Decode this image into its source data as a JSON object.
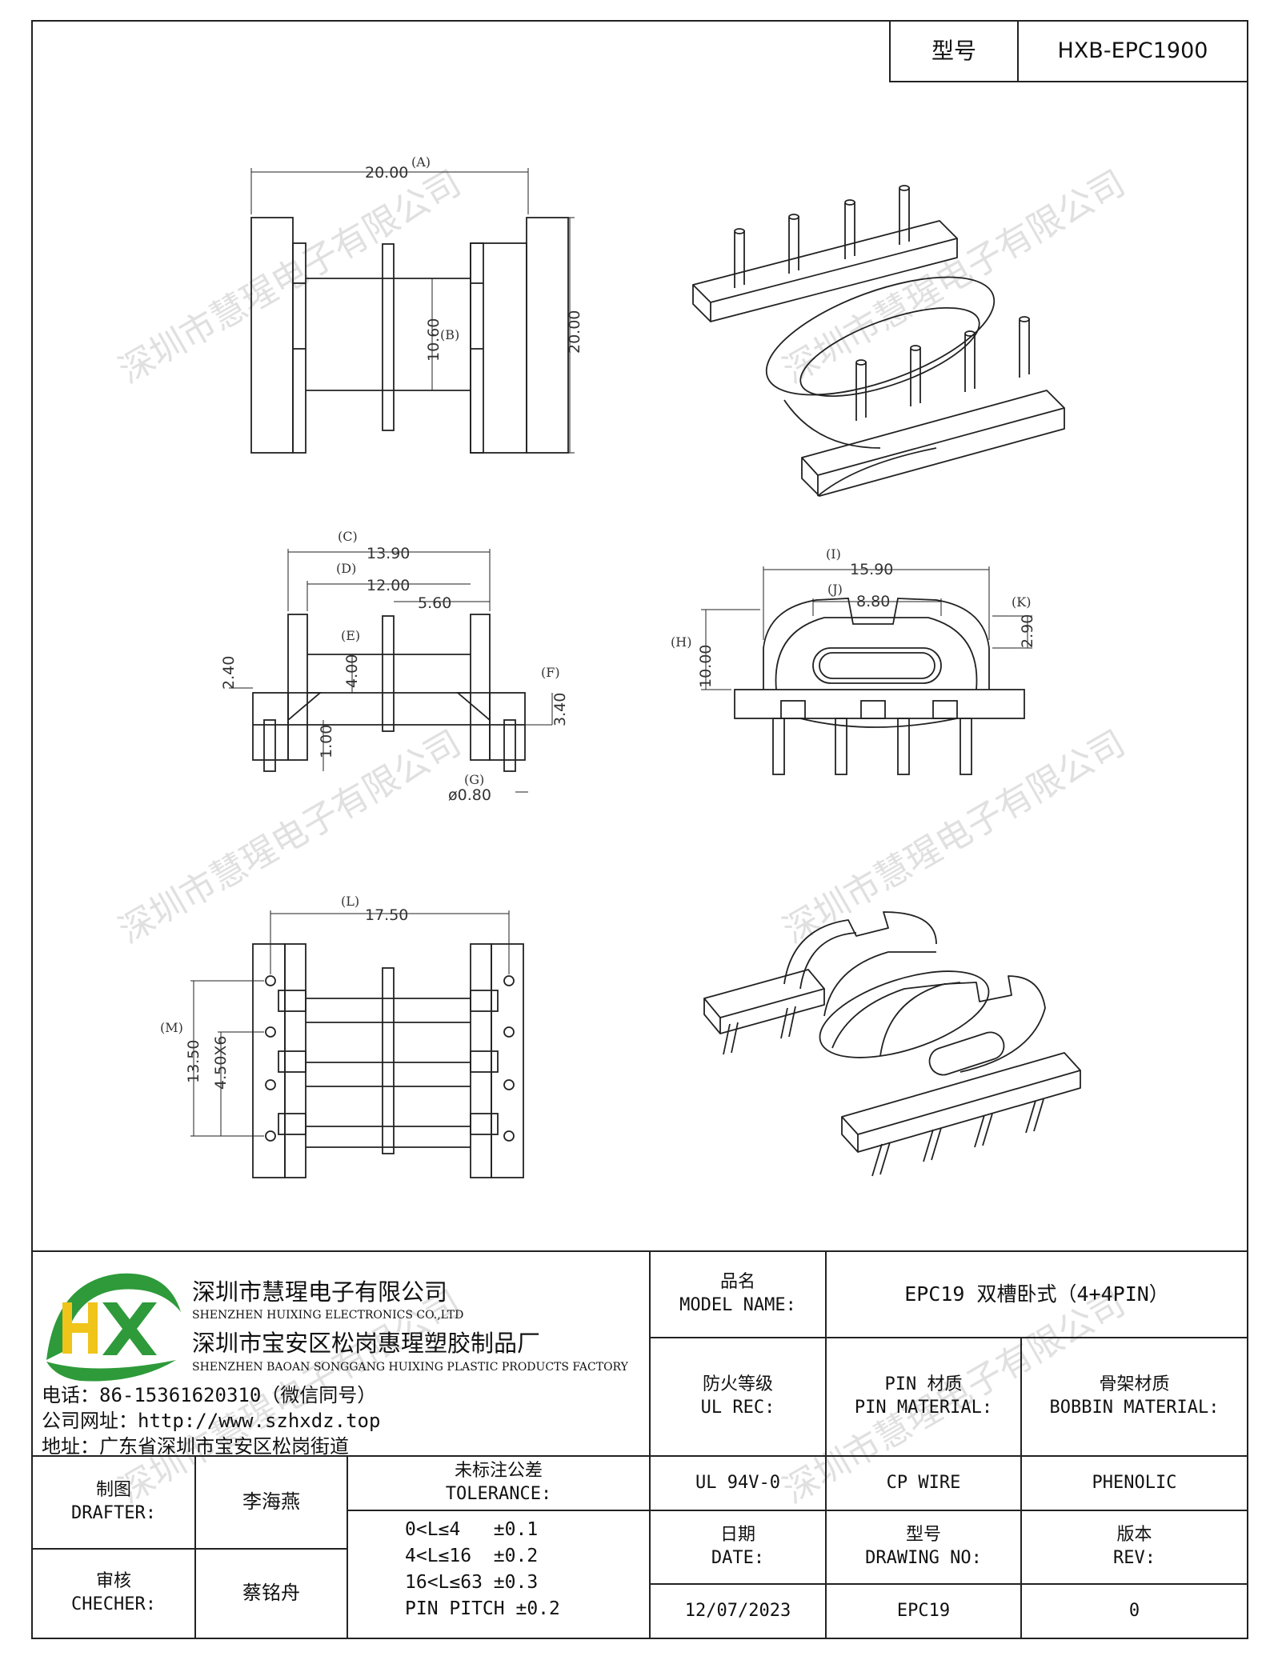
{
  "header": {
    "model_label": "型号",
    "model_value": "HXB-EPC1900"
  },
  "dimensions": {
    "a": "20.00",
    "a_tag": "(A)",
    "b": "10.60",
    "b_tag": "(B)",
    "height": "20.00",
    "c": "13.90",
    "c_tag": "(C)",
    "d": "12.00",
    "d_tag": "(D)",
    "d2": "5.60",
    "e": "4.00",
    "e_tag": "(E)",
    "left_h": "2.40",
    "f": "3.40",
    "f_tag": "(F)",
    "pin_len": "1.00",
    "g": "ø0.80",
    "g_tag": "(G)",
    "i": "15.90",
    "i_tag": "(I)",
    "j": "8.80",
    "j_tag": "(J)",
    "h": "10.00",
    "h_tag": "(H)",
    "k": "2.90",
    "k_tag": "(K)",
    "l": "17.50",
    "l_tag": "(L)",
    "m": "13.50",
    "m_tag": "(M)",
    "pitch": "4.50X6"
  },
  "watermark": "深圳市慧瑆电子有限公司",
  "company": {
    "name_cn": "深圳市慧瑆电子有限公司",
    "name_en": "SHENZHEN HUIXING ELECTRONICS CO.,LTD",
    "factory_cn": "深圳市宝安区松岗惠瑆塑胶制品厂",
    "factory_en": "SHENZHEN BAOAN SONGGANG HUIXING PLASTIC PRODUCTS FACTORY",
    "phone": "电话：86-15361620310（微信同号）",
    "website": "公司网址：http://www.szhxdz.top",
    "address": "地址：广东省深圳市宝安区松岗街道"
  },
  "title_block": {
    "product_name_cn": "品名",
    "product_name_en": "MODEL NAME:",
    "product_name_value": "EPC19 双槽卧式（4+4PIN）",
    "fire_cn": "防火等级",
    "fire_en": "UL REC:",
    "pin_material_cn": "PIN 材质",
    "pin_material_en": "PIN MATERIAL:",
    "bobbin_material_cn": "骨架材质",
    "bobbin_material_en": "BOBBIN MATERIAL:",
    "drafter_cn": "制图",
    "drafter_en": "DRAFTER:",
    "drafter_name": "李海燕",
    "tolerance_cn": "未标注公差",
    "tolerance_en": "TOLERANCE:",
    "ul_value": "UL 94V-0",
    "pin_value": "CP WIRE",
    "bobbin_value": "PHENOLIC",
    "checker_cn": "审核",
    "checker_en": "CHECHER:",
    "checker_name": "蔡铭舟",
    "tol1": "0<L≤4   ±0.1",
    "tol2": "4<L≤16  ±0.2",
    "tol3": "16<L≤63 ±0.3",
    "tol4": "PIN PITCH ±0.2",
    "date_cn": "日期",
    "date_en": "DATE:",
    "drawing_no_cn": "型号",
    "drawing_no_en": "DRAWING NO:",
    "rev_cn": "版本",
    "rev_en": "REV:",
    "date_value": "12/07/2023",
    "drawing_no_value": "EPC19",
    "rev_value": "0"
  },
  "colors": {
    "line": "#222222",
    "logo_green": "#2e9a3a",
    "logo_yellow": "#f0c419",
    "watermark": "#dcdcdc"
  }
}
